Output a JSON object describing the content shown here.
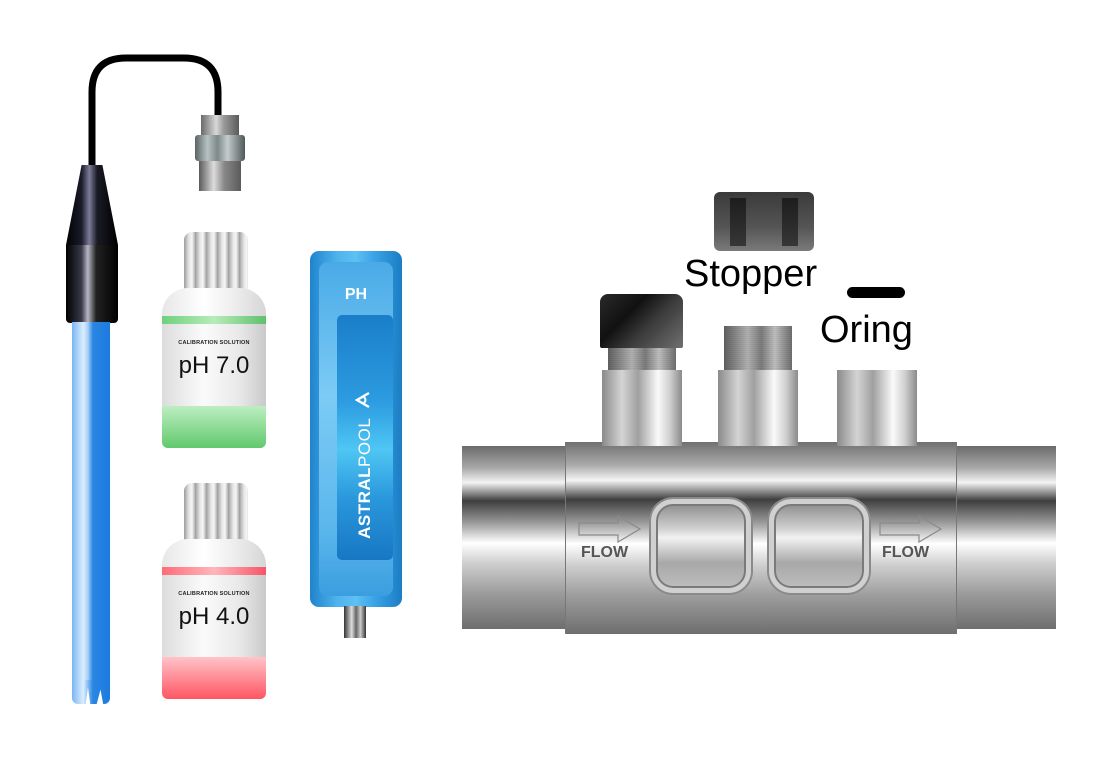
{
  "probe": {
    "rod_color": "#1c7be0",
    "cable_color": "#000000"
  },
  "bottles": [
    {
      "small_label": "CALIBRATION SOLUTION",
      "ph_label": "pH 7.0",
      "color": "#61c96d"
    },
    {
      "small_label": "CALIBRATION SOLUTION",
      "ph_label": "pH 4.0",
      "color": "#ff5563"
    }
  ],
  "sensor": {
    "label": "PH",
    "brand_bold": "ASTRAL",
    "brand_light": "POOL",
    "logo": "astralpool-logo-icon",
    "color": "#3aa3e6"
  },
  "manifold": {
    "flow_left": "FLOW",
    "flow_right": "FLOW",
    "callouts": {
      "stopper": "Stopper",
      "oring": "Oring"
    }
  }
}
